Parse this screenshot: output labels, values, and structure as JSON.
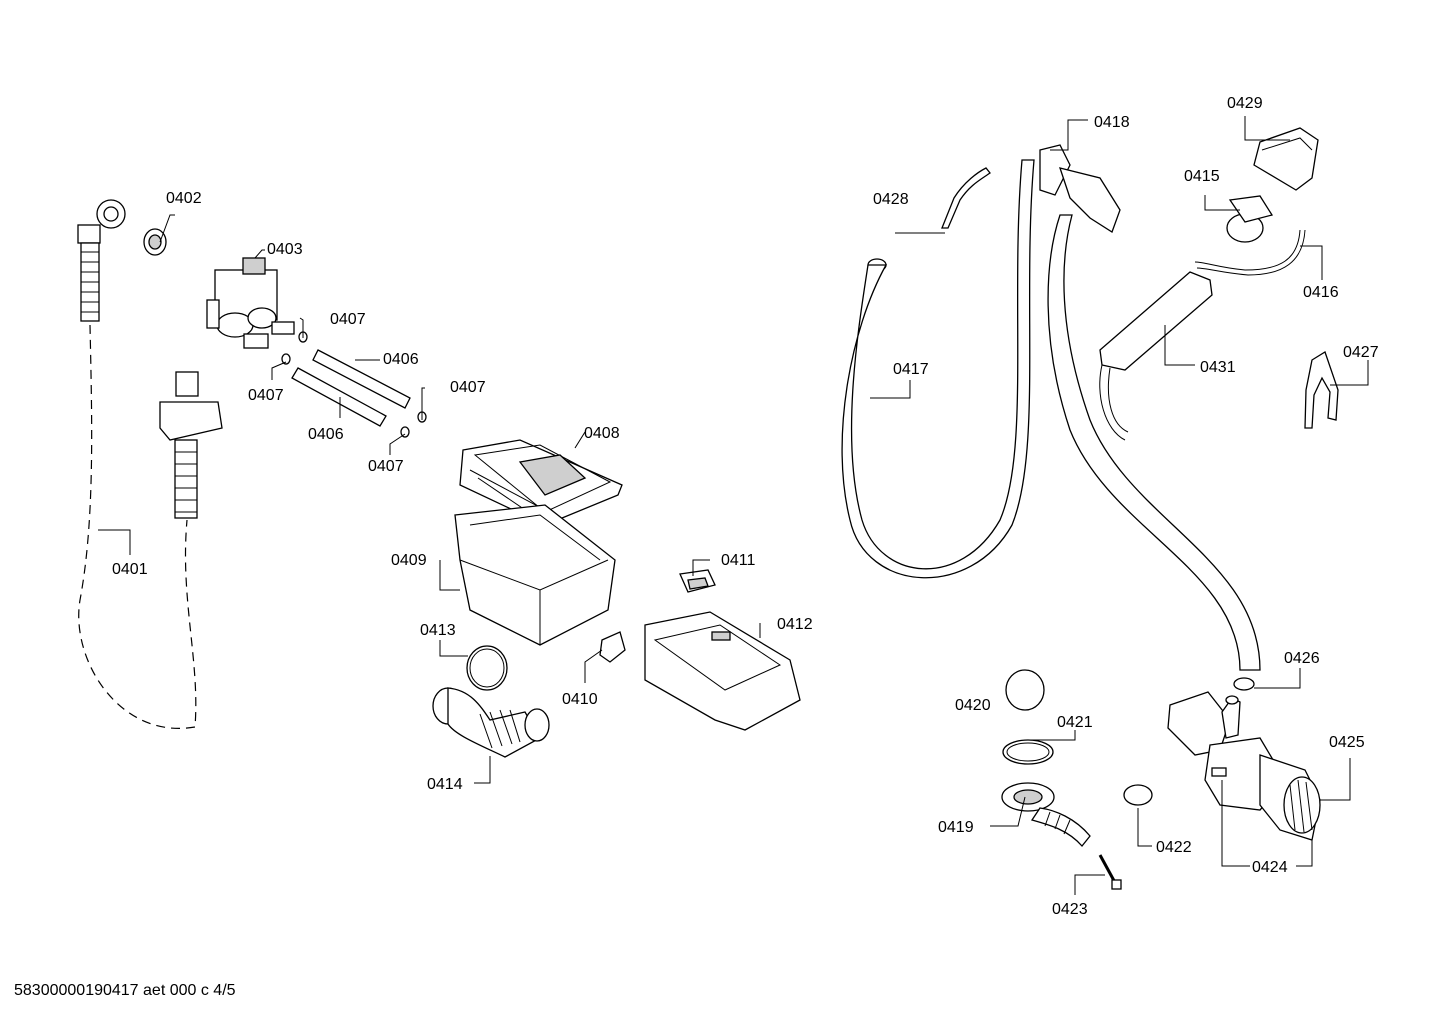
{
  "footer": "58300000190417 aet 000 c 4/5",
  "parts": {
    "p0401": "0401",
    "p0402": "0402",
    "p0403": "0403",
    "p0406a": "0406",
    "p0406b": "0406",
    "p0407a": "0407",
    "p0407b": "0407",
    "p0407c": "0407",
    "p0407d": "0407",
    "p0408": "0408",
    "p0409": "0409",
    "p0410": "0410",
    "p0411": "0411",
    "p0412": "0412",
    "p0413": "0413",
    "p0414": "0414",
    "p0415": "0415",
    "p0416": "0416",
    "p0417": "0417",
    "p0418": "0418",
    "p0419": "0419",
    "p0420": "0420",
    "p0421": "0421",
    "p0422": "0422",
    "p0423": "0423",
    "p0424": "0424",
    "p0425": "0425",
    "p0426": "0426",
    "p0427": "0427",
    "p0428": "0428",
    "p0429": "0429",
    "p0431": "0431"
  }
}
